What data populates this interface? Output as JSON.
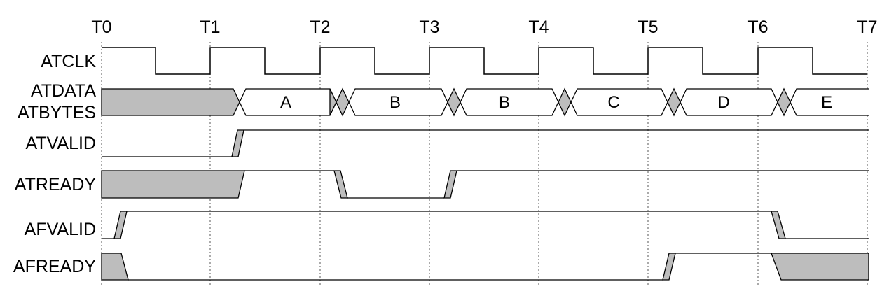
{
  "colors": {
    "line": "#000000",
    "shade": "#bdbdbd",
    "grid": "#555555"
  },
  "time_ticks": [
    "T0",
    "T1",
    "T2",
    "T3",
    "T4",
    "T5",
    "T6",
    "T7"
  ],
  "signals": {
    "atclk": {
      "label": "ATCLK"
    },
    "atdata": {
      "label_lines": [
        "ATDATA",
        "ATBYTES"
      ],
      "values": [
        "A",
        "B",
        "B",
        "C",
        "D",
        "E"
      ]
    },
    "atvalid": {
      "label": "ATVALID"
    },
    "atready": {
      "label": "ATREADY"
    },
    "afvalid": {
      "label": "AFVALID"
    },
    "afready": {
      "label": "AFREADY"
    }
  }
}
